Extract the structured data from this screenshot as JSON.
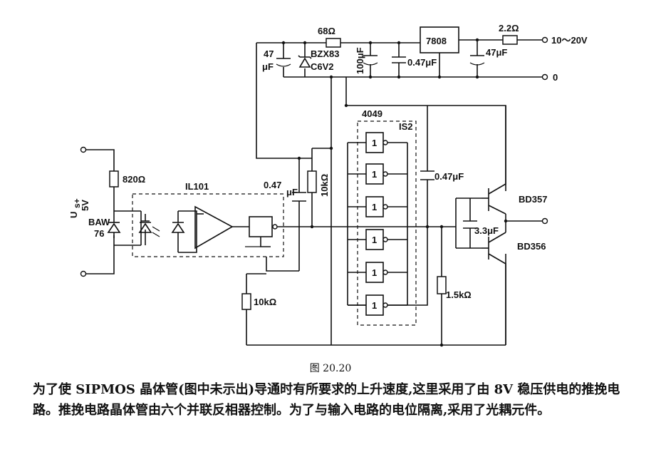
{
  "figure_label": "图 20.20",
  "description_text": "为了使 SIPMOS 晶体管(图中未示出)导通时有所要求的上升速度,这里采用了由 8V 稳压供电的推挽电路。推挽电路晶体管由六个并联反相器控制。为了与输入电路的电位隔离,采用了光耦元件。",
  "components": {
    "r_68": "68Ω",
    "c_47_a": "47",
    "c_47_b": "μF",
    "zener_a": "BZX83",
    "zener_b": "C6V2",
    "c_100": "100μF",
    "c_047_top": "0.47μF",
    "regulator": "7808",
    "r_22": "2.2Ω",
    "supply": "10～20V",
    "c_47_out": "47μF",
    "ground": "0",
    "ic_4049": "4049",
    "ic_is2": "IS2",
    "inv_label": "1",
    "r_820": "820Ω",
    "optocoupler": "IL101",
    "c_047_mid_a": "0.47",
    "c_047_mid_b": "μF",
    "r_10k_v": "10kΩ",
    "us_label": "U",
    "us_sub": "s+",
    "us_value": "5V",
    "baw_a": "BAW",
    "baw_b": "76",
    "c_047_right": "0.47μF",
    "bd357": "BD357",
    "bd356": "BD356",
    "c_33": "3.3μF",
    "r_10k_bottom": "10kΩ",
    "r_15k": "1.5kΩ"
  }
}
